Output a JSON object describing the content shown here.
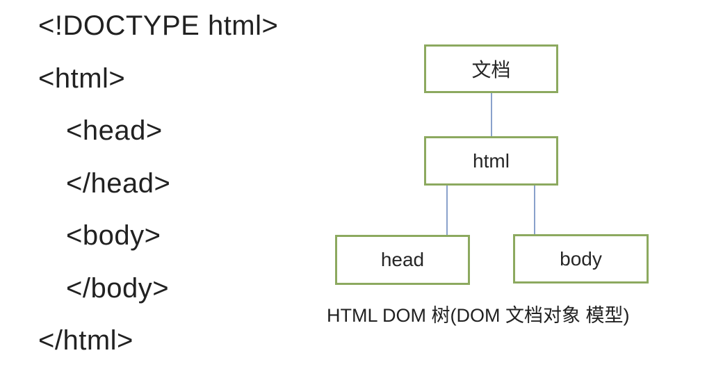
{
  "code_panel": {
    "lines": [
      {
        "text": "<!DOCTYPE html>",
        "indent": 0
      },
      {
        "text": "<html>",
        "indent": 0
      },
      {
        "text": "<head>",
        "indent": 1
      },
      {
        "text": "</head>",
        "indent": 1
      },
      {
        "text": "<body>",
        "indent": 1
      },
      {
        "text": "</body>",
        "indent": 1
      },
      {
        "text": "</html>",
        "indent": 0
      }
    ]
  },
  "dom_tree": {
    "nodes": {
      "document": {
        "label": "文档"
      },
      "html": {
        "label": "html"
      },
      "head": {
        "label": "head"
      },
      "body": {
        "label": "body"
      }
    },
    "caption": "HTML DOM 树(DOM 文档对象 模型)"
  },
  "colors": {
    "box_border_green": "#8CA95F",
    "connector_blue": "#89A1CB",
    "text": "#212121",
    "background": "#FFFFFF"
  }
}
